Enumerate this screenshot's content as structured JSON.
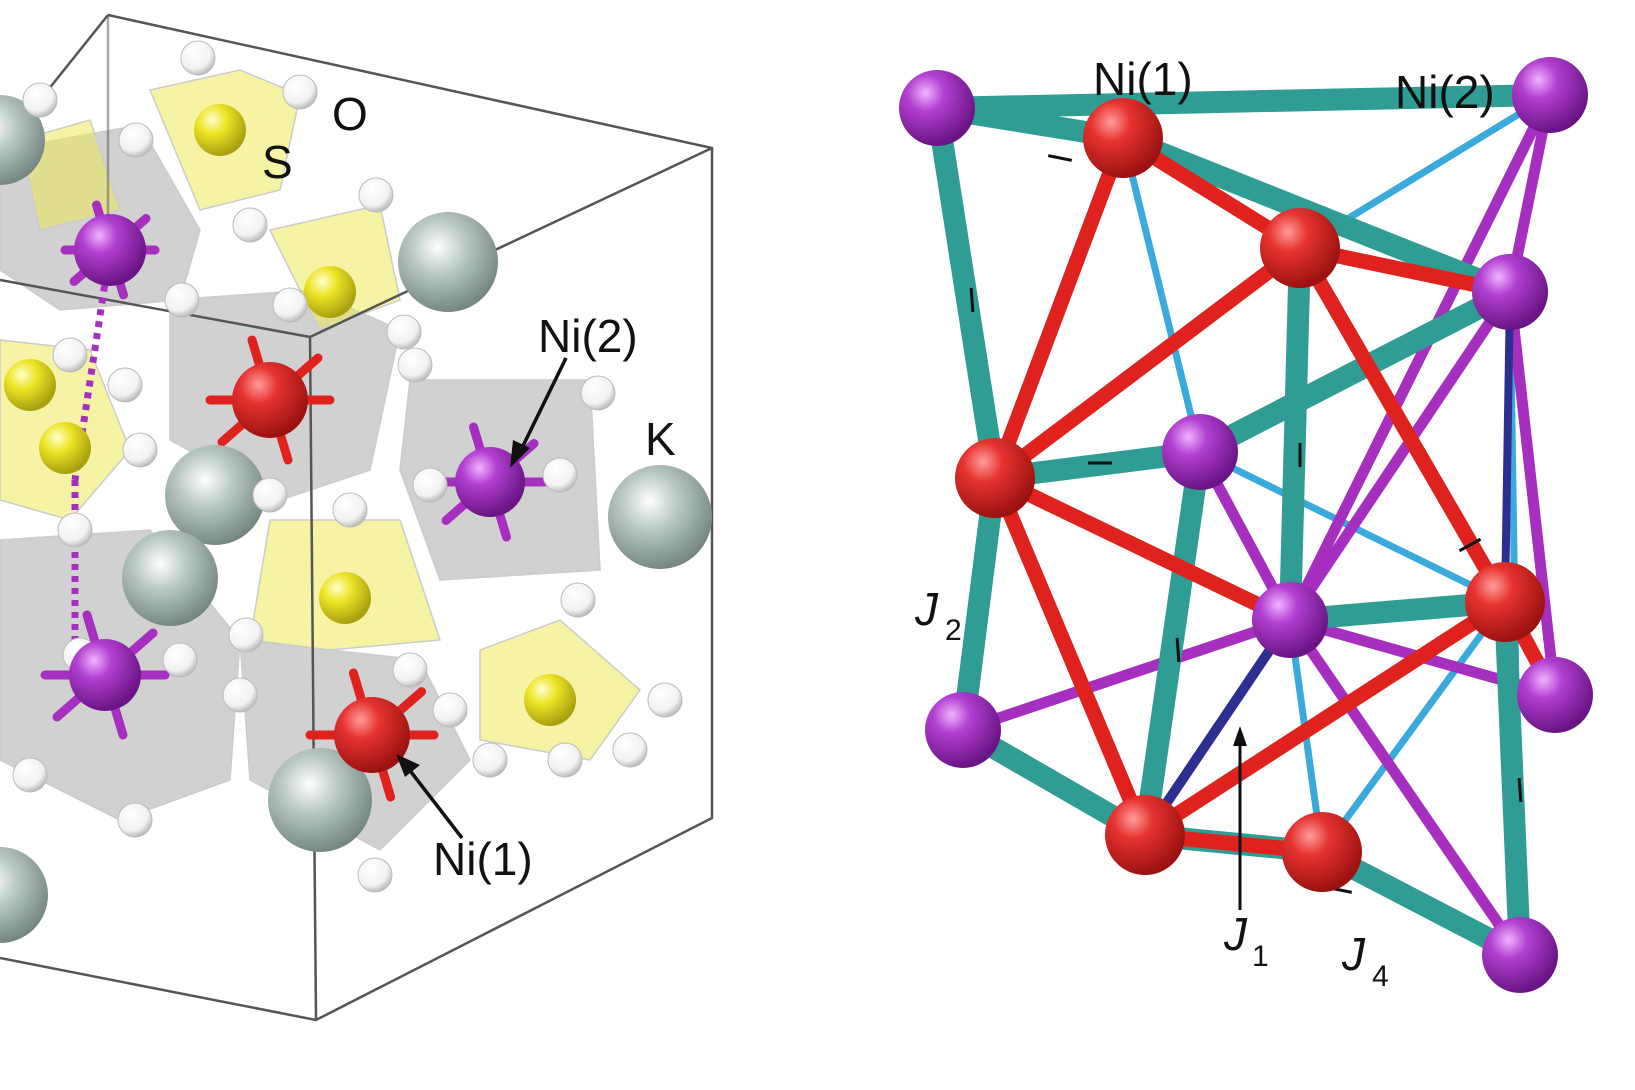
{
  "left_panel": {
    "labels": {
      "O": "O",
      "S": "S",
      "K": "K",
      "ni2": "Ni(2)",
      "ni1": "Ni(1)"
    }
  },
  "right_panel": {
    "labels": {
      "ni1": "Ni(1)",
      "ni2": "Ni(2)",
      "J2": "J",
      "J2_sub": "2",
      "J1": "J",
      "J1_sub": "1",
      "J4": "J",
      "J4_sub": "4"
    }
  },
  "colors": {
    "ni1_atom": "#e0221f",
    "ni2_atom": "#a62fc0",
    "sulfur_atom": "#e9e620",
    "potassium_atom": "#9fb3ab",
    "oxygen_atom": "#ffffff",
    "bond_teal": "#2f9d93",
    "bond_red": "#e0221f",
    "bond_purple": "#a62fc0",
    "bond_blue": "#3aa9dc",
    "bond_darkblue": "#2c2f8f",
    "polyhedron_gray": "#9a9a9a",
    "polyhedron_yellow": "#f1ea5a"
  }
}
